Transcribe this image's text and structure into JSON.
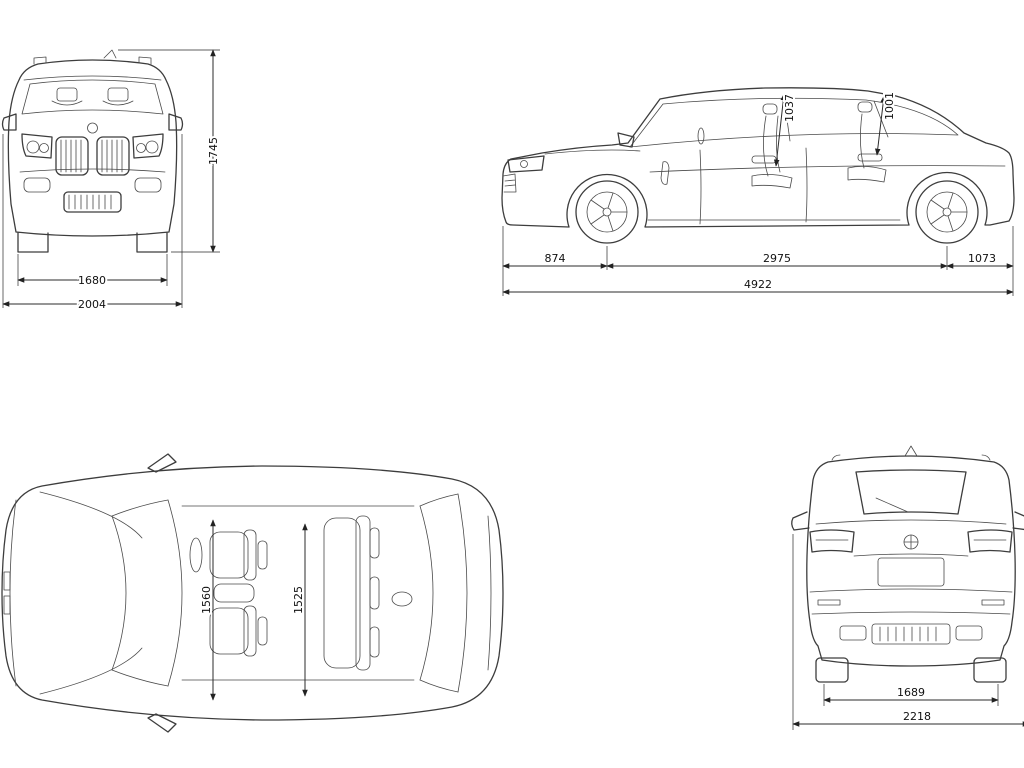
{
  "dimensions": {
    "front": {
      "height": "1745",
      "track": "1680",
      "width": "2004"
    },
    "side": {
      "front_overhang": "874",
      "wheelbase": "2975",
      "rear_overhang": "1073",
      "length": "4922",
      "headroom_front": "1037",
      "headroom_rear": "1001"
    },
    "top": {
      "cabin_front": "1560",
      "cabin_rear": "1525"
    },
    "rear": {
      "track": "1689",
      "width": "2218"
    }
  }
}
